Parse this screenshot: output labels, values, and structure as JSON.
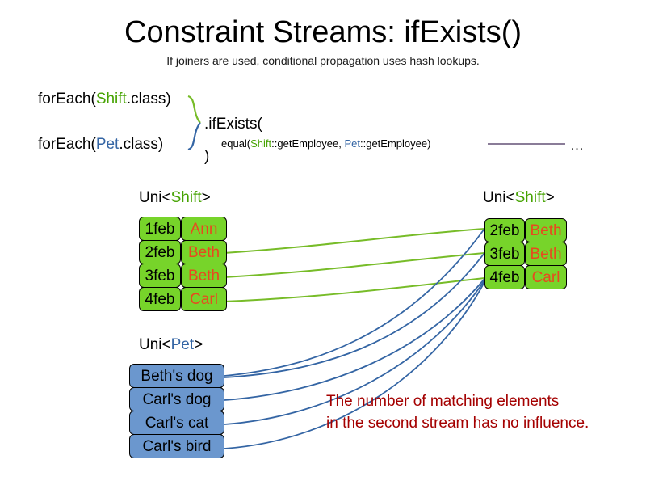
{
  "slide": {
    "title": "Constraint Streams: ifExists()",
    "subtitle": "If joiners are used, conditional propagation uses hash lookups."
  },
  "code": {
    "foreach_shift_prefix": "forEach(",
    "foreach_shift_type": "Shift",
    "foreach_shift_suffix": ".class)",
    "foreach_pet_prefix": "forEach(",
    "foreach_pet_type": "Pet",
    "foreach_pet_suffix": ".class)",
    "if_exists": ".ifExists(",
    "equal_prefix": "equal(",
    "equal_shift_type": "Shift",
    "equal_shift_method": "::getEmployee, ",
    "equal_pet_type": "Pet",
    "equal_pet_method": "::getEmployee)",
    "close_paren": ")",
    "ellipsis": "…"
  },
  "streams": {
    "left_shift": {
      "label_prefix": "Uni<",
      "label_type": "Shift",
      "label_suffix": ">",
      "rows": [
        {
          "date": "1feb",
          "name": "Ann"
        },
        {
          "date": "2feb",
          "name": "Beth"
        },
        {
          "date": "3feb",
          "name": "Beth"
        },
        {
          "date": "4feb",
          "name": "Carl"
        }
      ]
    },
    "right_shift": {
      "label_prefix": "Uni<",
      "label_type": "Shift",
      "label_suffix": ">",
      "rows": [
        {
          "date": "2feb",
          "name": "Beth"
        },
        {
          "date": "3feb",
          "name": "Beth"
        },
        {
          "date": "4feb",
          "name": "Carl"
        }
      ]
    },
    "pet": {
      "label_prefix": "Uni<",
      "label_type": "Pet",
      "label_suffix": ">",
      "rows": [
        {
          "name": "Beth's dog"
        },
        {
          "name": "Carl's dog"
        },
        {
          "name": "Carl's cat"
        },
        {
          "name": "Carl's bird"
        }
      ]
    }
  },
  "annotation": {
    "line1": "The number of matching elements",
    "line2": "in the second stream has no influence."
  },
  "colors": {
    "shift_green": "#46a302",
    "pet_blue": "#3465a4",
    "box_green": "#77d42a",
    "box_blue": "#6b97ce",
    "name_orange": "#e8491f",
    "annotation_red": "#a40000",
    "connector_green": "#77bc28",
    "connector_blue": "#3465a4",
    "joiner_line": "#7a6a8a"
  }
}
